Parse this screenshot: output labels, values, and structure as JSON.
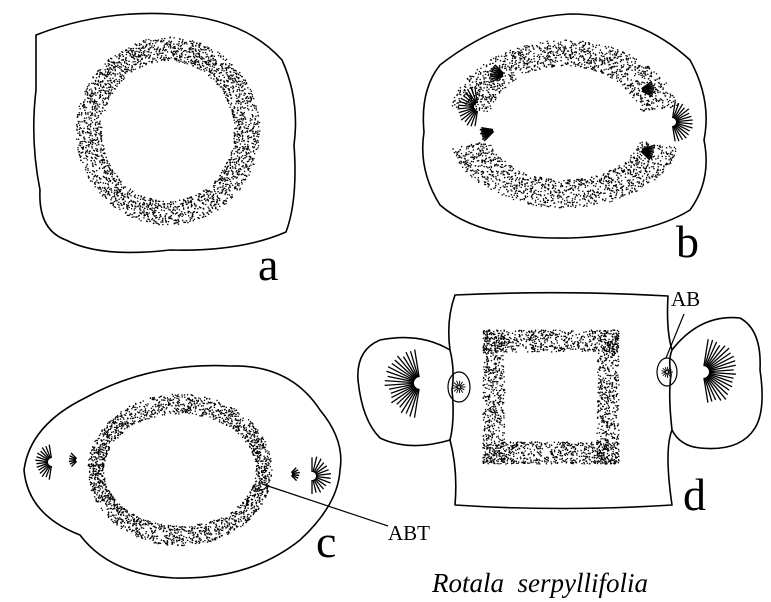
{
  "panels": [
    {
      "letter": "a"
    },
    {
      "letter": "b"
    },
    {
      "letter": "c"
    },
    {
      "letter": "d"
    }
  ],
  "callouts": {
    "ab": "AB",
    "abt": "ABT"
  },
  "species_name": "Rotala  serpyllifolia",
  "colors": {
    "ink": "#000000",
    "background": "#ffffff"
  }
}
